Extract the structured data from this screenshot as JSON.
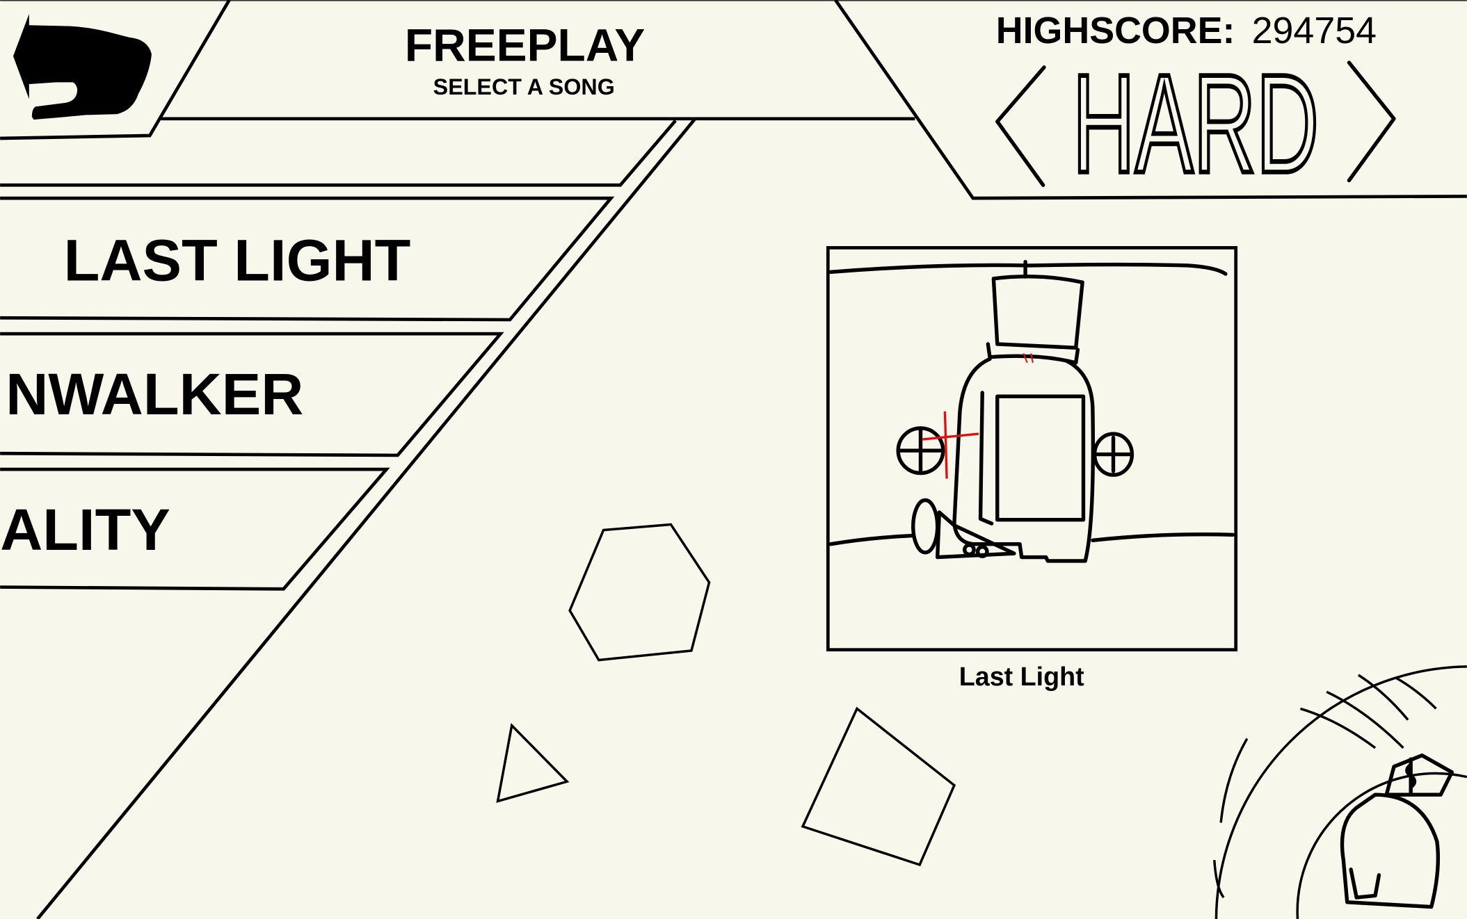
{
  "header": {
    "title": "FREEPLAY",
    "subtitle": "SELECT A SONG",
    "back_icon": "back-arrow-icon"
  },
  "highscore": {
    "label": "HIGHSCORE:",
    "value": "294754"
  },
  "difficulty": {
    "value": "HARD",
    "prev_icon": "chevron-left-icon",
    "next_icon": "chevron-right-icon"
  },
  "songs": [
    {
      "label": "LAST LIGHT"
    },
    {
      "label": "NWALKER"
    },
    {
      "label": "ALITY"
    }
  ],
  "album": {
    "caption": "Last Light"
  },
  "colors": {
    "background": "#f8f7ec",
    "ink": "#000000",
    "accent": "#e01010"
  }
}
